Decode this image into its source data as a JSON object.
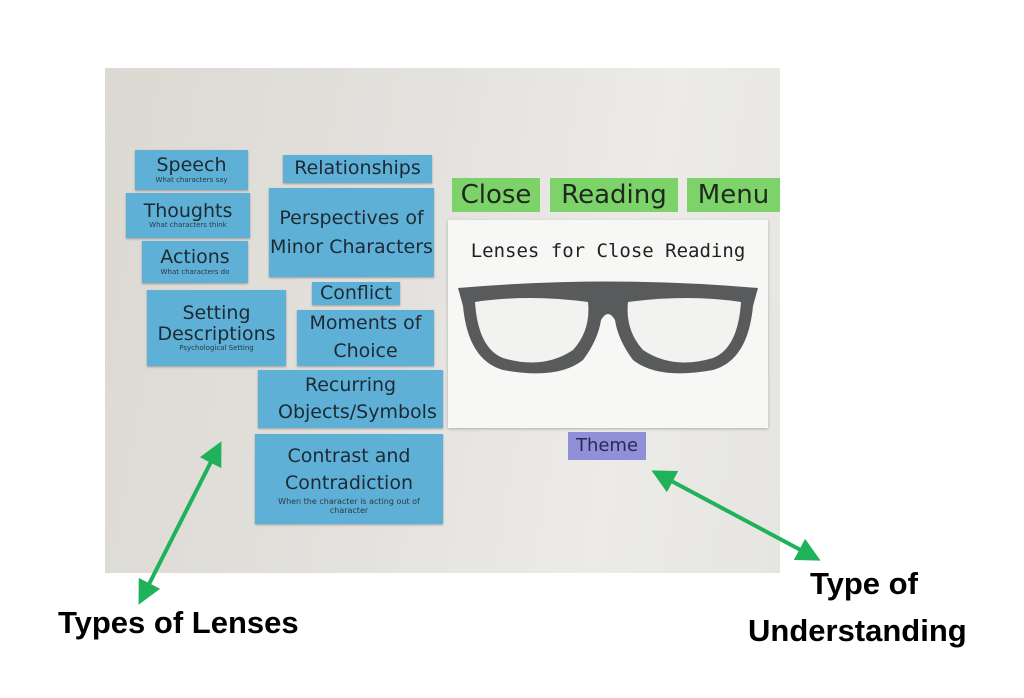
{
  "cards": [
    {
      "title": "Speech",
      "subtitle": "What characters say"
    },
    {
      "title": "Thoughts",
      "subtitle": "What characters think"
    },
    {
      "title": "Actions",
      "subtitle": "What characters do"
    },
    {
      "title": "Setting Descriptions",
      "subtitle": "Psychological Setting"
    },
    {
      "title": "Relationships"
    },
    {
      "title": "Perspectives of Minor Characters"
    },
    {
      "title": "Conflict"
    },
    {
      "title": "Moments of Choice"
    },
    {
      "title": "Recurring Objects/Symbols"
    },
    {
      "title": "Contrast and Contradiction",
      "subtitle": "When the character is acting out of character"
    }
  ],
  "menu": [
    "Close",
    "Reading",
    "Menu"
  ],
  "poster_title": "Lenses for Close Reading",
  "theme": "Theme",
  "labels": {
    "lenses": "Types of Lenses",
    "understanding_1": "Type of",
    "understanding_2": "Understanding"
  },
  "colors": {
    "card": "#5fb0d6",
    "menu": "#7dd26a",
    "theme": "#8f90d8",
    "arrow": "#1fb25a"
  }
}
